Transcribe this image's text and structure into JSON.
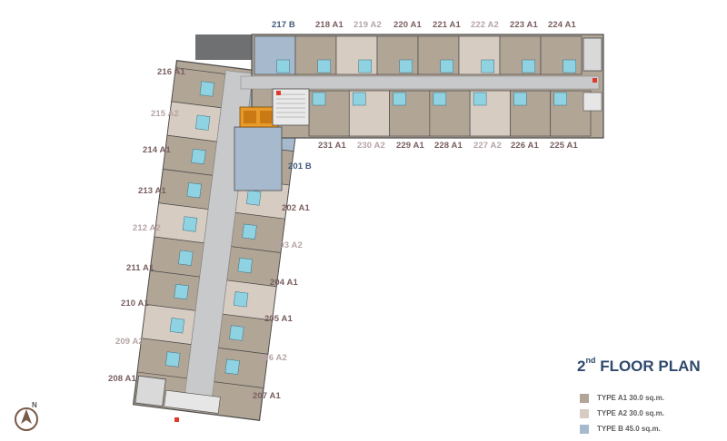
{
  "colors": {
    "a1": "#b1a596",
    "a2": "#d6ccc1",
    "b": "#a7b9cc",
    "corridor": "#c8c9cb",
    "lobby": "#e89a2b",
    "core": "#6f7072",
    "bath": "#8fd3e3",
    "wall": "#4b4b4b"
  },
  "plan": {
    "title_main": "2",
    "title_sup": "nd",
    "title_rest": " FLOOR PLAN",
    "units": [
      {
        "id": "217",
        "label": "217 B",
        "type": "b"
      },
      {
        "id": "218",
        "label": "218 A1",
        "type": "a1"
      },
      {
        "id": "219",
        "label": "219 A2",
        "type": "a2"
      },
      {
        "id": "220",
        "label": "220 A1",
        "type": "a1"
      },
      {
        "id": "221",
        "label": "221 A1",
        "type": "a1"
      },
      {
        "id": "222",
        "label": "222 A2",
        "type": "a2"
      },
      {
        "id": "223",
        "label": "223 A1",
        "type": "a1"
      },
      {
        "id": "224",
        "label": "224 A1",
        "type": "a1"
      },
      {
        "id": "216",
        "label": "216 A1",
        "type": "a1"
      },
      {
        "id": "215",
        "label": "215 A2",
        "type": "a2"
      },
      {
        "id": "214",
        "label": "214 A1",
        "type": "a1"
      },
      {
        "id": "213",
        "label": "213 A1",
        "type": "a1"
      },
      {
        "id": "212",
        "label": "212 A2",
        "type": "a2"
      },
      {
        "id": "211",
        "label": "211 A1",
        "type": "a1"
      },
      {
        "id": "210",
        "label": "210 A1",
        "type": "a1"
      },
      {
        "id": "209",
        "label": "209 A2",
        "type": "a2"
      },
      {
        "id": "208",
        "label": "208 A1",
        "type": "a1"
      },
      {
        "id": "231",
        "label": "231 A1",
        "type": "a1"
      },
      {
        "id": "230",
        "label": "230 A2",
        "type": "a2"
      },
      {
        "id": "229",
        "label": "229 A1",
        "type": "a1"
      },
      {
        "id": "228",
        "label": "228 A1",
        "type": "a1"
      },
      {
        "id": "227",
        "label": "227 A2",
        "type": "a2"
      },
      {
        "id": "226",
        "label": "226 A1",
        "type": "a1"
      },
      {
        "id": "225",
        "label": "225 A1",
        "type": "a1"
      },
      {
        "id": "201",
        "label": "201 B",
        "type": "b"
      },
      {
        "id": "202",
        "label": "202 A1",
        "type": "a1"
      },
      {
        "id": "203",
        "label": "203 A2",
        "type": "a2"
      },
      {
        "id": "204",
        "label": "204 A1",
        "type": "a1"
      },
      {
        "id": "205",
        "label": "205 A1",
        "type": "a1"
      },
      {
        "id": "206",
        "label": "206 A2",
        "type": "a2"
      },
      {
        "id": "207",
        "label": "207 A1",
        "type": "a1"
      }
    ]
  },
  "legend": [
    {
      "type": "a1",
      "text": "TYPE A1 30.0 sq.m."
    },
    {
      "type": "a2",
      "text": "TYPE A2 30.0 sq.m."
    },
    {
      "type": "b",
      "text": "TYPE  B 45.0 sq.m."
    }
  ],
  "compass": {
    "label": "N"
  }
}
